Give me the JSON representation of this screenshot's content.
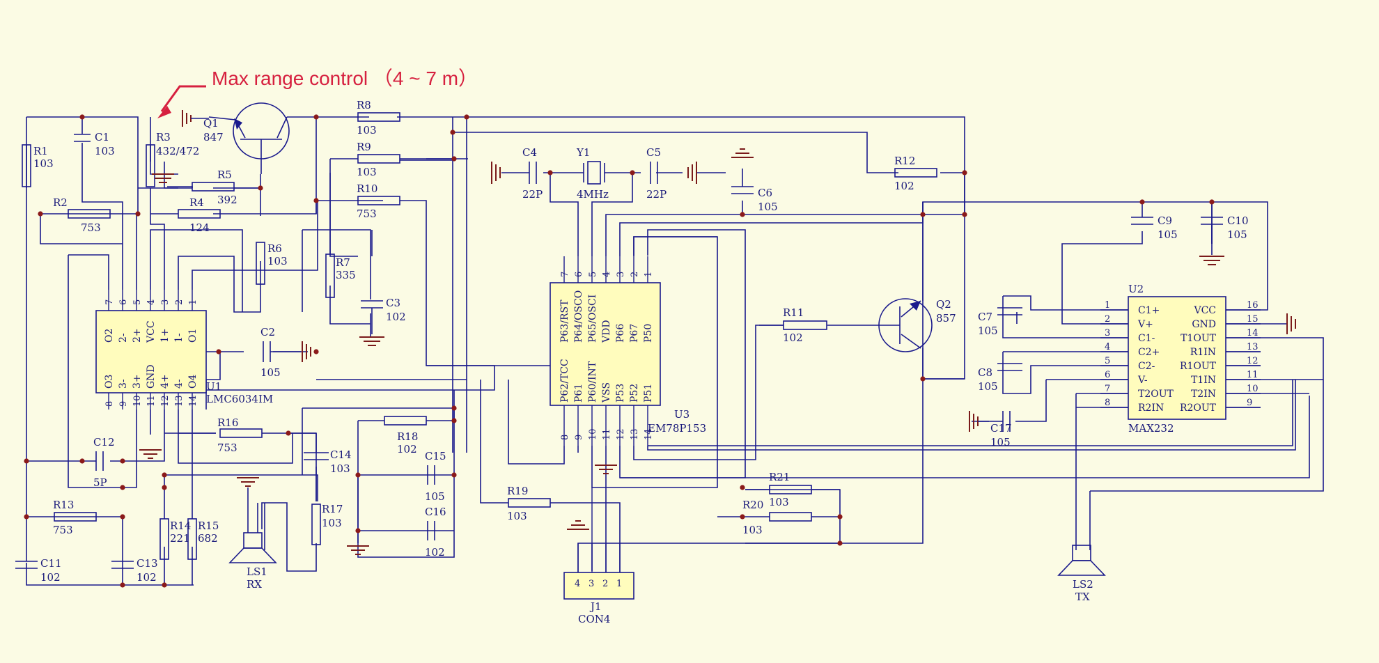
{
  "annotation": {
    "text": "Max range control （4 ~ 7 m）",
    "color": "#d6203f"
  },
  "colors": {
    "background": "#fbfbe4",
    "wire": "#1a1a8c",
    "junction": "#8b1a1a",
    "ground": "#7a1a1a",
    "chip_fill": "#fffcbd"
  },
  "labels": {
    "R1": [
      "R1",
      "103"
    ],
    "C1": [
      "C1",
      "103"
    ],
    "R3": [
      "R3",
      "432/472"
    ],
    "Q1": [
      "Q1",
      "847"
    ],
    "R8": [
      "R8",
      "103"
    ],
    "R9": [
      "R9",
      "103"
    ],
    "R10": [
      "R10",
      "753"
    ],
    "R5": [
      "R5",
      "392"
    ],
    "R2": [
      "R2",
      "753"
    ],
    "R4": [
      "R4",
      "124"
    ],
    "R6": [
      "R6",
      "103"
    ],
    "R7": [
      "R7",
      "335"
    ],
    "C3": [
      "C3",
      "102"
    ],
    "C2": [
      "C2",
      "105"
    ],
    "C4": [
      "C4",
      "22P"
    ],
    "Y1": [
      "Y1",
      "4MHz"
    ],
    "C5": [
      "C5",
      "22P"
    ],
    "C6": [
      "C6",
      "105"
    ],
    "R12": [
      "R12",
      "102"
    ],
    "C9": [
      "C9",
      "105"
    ],
    "C10": [
      "C10",
      "105"
    ],
    "R11": [
      "R11",
      "102"
    ],
    "Q2": [
      "Q2",
      "857"
    ],
    "C7": [
      "C7",
      "105"
    ],
    "C8": [
      "C8",
      "105"
    ],
    "C17": [
      "C17",
      "105"
    ],
    "R16": [
      "R16",
      "753"
    ],
    "C14": [
      "C14",
      "103"
    ],
    "R18": [
      "R18",
      "102"
    ],
    "C15": [
      "C15",
      "105"
    ],
    "C16": [
      "C16",
      "102"
    ],
    "C12": [
      "C12",
      "5P"
    ],
    "R13": [
      "R13",
      "753"
    ],
    "R14": [
      "R14",
      "221"
    ],
    "R15": [
      "R15",
      "682"
    ],
    "C11": [
      "C11",
      "102"
    ],
    "C13": [
      "C13",
      "102"
    ],
    "R17": [
      "R17",
      "103"
    ],
    "LS1": [
      "LS1",
      "RX"
    ],
    "R19": [
      "R19",
      "103"
    ],
    "R20": [
      "R20",
      "103"
    ],
    "R21": [
      "R21",
      "103"
    ],
    "J1": [
      "J1",
      "CON4"
    ],
    "LS2": [
      "LS2",
      "TX"
    ]
  },
  "u1": {
    "ref": "U1",
    "part": "LMC6034IM",
    "top_pins": [
      "7",
      "6",
      "5",
      "4",
      "3",
      "2",
      "1"
    ],
    "top_names": [
      "O2",
      "2-",
      "2+",
      "VCC",
      "1+",
      "1-",
      "O1"
    ],
    "bottom_pins": [
      "8",
      "9",
      "10",
      "11",
      "12",
      "13",
      "14"
    ],
    "bottom_names": [
      "O3",
      "3-",
      "3+",
      "GND",
      "4+",
      "4-",
      "O4"
    ]
  },
  "u3": {
    "ref": "U3",
    "part": "EM78P153",
    "top_pins": [
      "7",
      "6",
      "5",
      "4",
      "3",
      "2",
      "1"
    ],
    "top_names": [
      "P63/RST",
      "P64/OSCO",
      "P65/OSCI",
      "VDD",
      "P66",
      "P67",
      "P50"
    ],
    "bottom_pins": [
      "8",
      "9",
      "10",
      "11",
      "12",
      "13",
      "14"
    ],
    "bottom_names": [
      "P62/TCC",
      "P61",
      "P60/INT",
      "VSS",
      "P53",
      "P52",
      "P51"
    ]
  },
  "u2": {
    "ref": "U2",
    "part": "MAX232",
    "left_pins": [
      "1",
      "2",
      "3",
      "4",
      "5",
      "6",
      "7",
      "8"
    ],
    "left_names": [
      "C1+",
      "V+",
      "C1-",
      "C2+",
      "C2-",
      "V-",
      "T2OUT",
      "R2IN"
    ],
    "right_pins": [
      "16",
      "15",
      "14",
      "13",
      "12",
      "11",
      "10",
      "9"
    ],
    "right_names": [
      "VCC",
      "GND",
      "T1OUT",
      "R1IN",
      "R1OUT",
      "T1IN",
      "T2IN",
      "R2OUT"
    ]
  },
  "j1": {
    "pins": [
      "4",
      "3",
      "2",
      "1"
    ]
  }
}
